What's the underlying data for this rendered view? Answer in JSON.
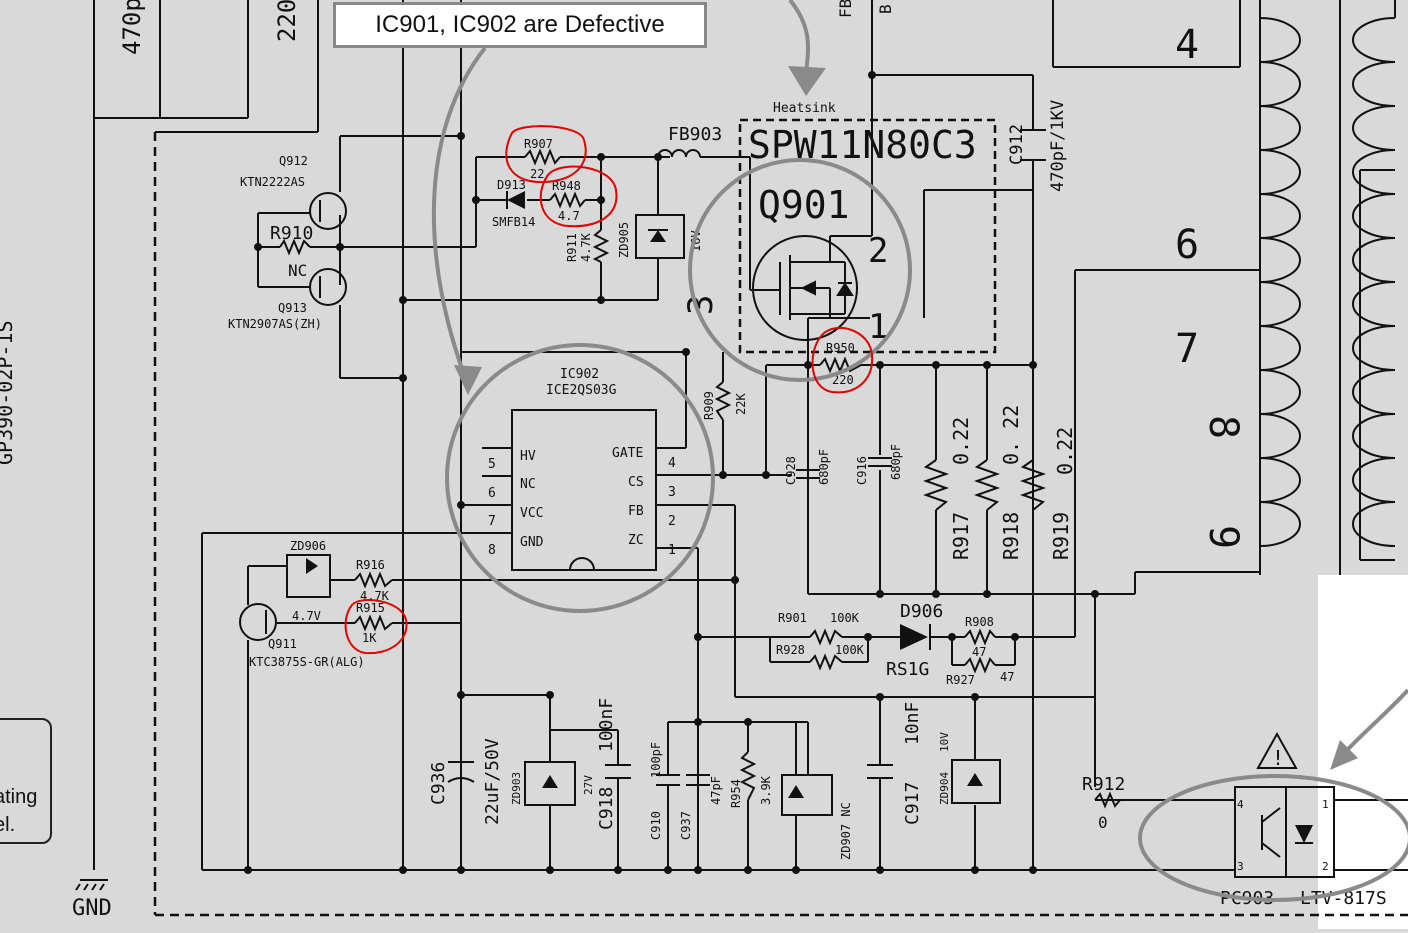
{
  "callout": {
    "text": "IC901, IC902 are Defective"
  },
  "colors": {
    "background": "#d9d9d9",
    "wire": "#111111",
    "annotation": "#e00000",
    "highlight": "#8a8a8a"
  },
  "left_panel": {
    "line1": "ating",
    "line2": "el.",
    "model_vertical": "GP390-02P-1S",
    "gnd_label": "GND"
  },
  "top_fragments": {
    "cap_470": "470p",
    "cap_220": "220",
    "fb_label": "FB",
    "b_label": "B"
  },
  "transformer": {
    "pins": [
      "4",
      "6",
      "7",
      "8",
      "9"
    ]
  },
  "components": {
    "heatsink": "Heatsink",
    "mosfet_part": "SPW11N80C3",
    "mosfet_ref": "Q901",
    "mosfet_pin1": "1",
    "mosfet_pin2": "2",
    "mosfet_pin3": "3",
    "c912_ref": "C912",
    "c912_val": "470pF/1KV",
    "fb903": "FB903",
    "r907_ref": "R907",
    "r907_val": "22",
    "r948_ref": "R948",
    "r948_val": "4.7",
    "d913_ref": "D913",
    "d913_part": "SMFB14",
    "r911_ref": "R911",
    "r911_val": "4.7K",
    "zd905_ref": "ZD905",
    "zd905_val": "16V",
    "q912_ref": "Q912",
    "q912_part": "KTN2222AS",
    "r910_ref": "R910",
    "r910_val": "NC",
    "q913_ref": "Q913",
    "q913_part": "KTN2907AS(ZH)",
    "ic902_ref": "IC902",
    "ic902_part": "ICE2QS03G",
    "ic_pins_left": [
      {
        "num": "5",
        "name": "HV"
      },
      {
        "num": "6",
        "name": "NC"
      },
      {
        "num": "7",
        "name": "VCC"
      },
      {
        "num": "8",
        "name": "GND"
      }
    ],
    "ic_pins_right": [
      {
        "num": "4",
        "name": "GATE"
      },
      {
        "num": "3",
        "name": "CS"
      },
      {
        "num": "2",
        "name": "FB"
      },
      {
        "num": "1",
        "name": "ZC"
      }
    ],
    "r909_ref": "R909",
    "r909_val": "22K",
    "r950_ref": "R950",
    "r950_val": "220",
    "c928_ref": "C928",
    "c928_val": "680pF",
    "c916_ref": "C916",
    "c916_val": "680pF",
    "r917_ref": "R917",
    "r918_ref": "R918",
    "r919_ref": "R919",
    "rsense_val": "0.22",
    "rsense_val_spaced": "0. 22",
    "zd906_ref": "ZD906",
    "zd906_val": "4.7V",
    "r916_ref": "R916",
    "r916_val": "4.7K",
    "r915_ref": "R915",
    "r915_val": "1K",
    "q911_ref": "Q911",
    "q911_part": "KTC3875S-GR(ALG)",
    "r901_ref": "R901",
    "r901_val": "100K",
    "r928_ref": "R928",
    "r928_val": "100K",
    "d906_ref": "D906",
    "d906_part": "RS1G",
    "r908_ref": "R908",
    "r908_val": "47",
    "r927_ref": "R927",
    "r927_val": "47",
    "c936_ref": "C936",
    "c936_val": "22uF/50V",
    "zd903_ref": "ZD903",
    "zd903_val": "27V",
    "c918_ref": "C918",
    "c918_val": "100nF",
    "c910_ref": "C910",
    "c910_val": "100pF",
    "c937_ref": "C937",
    "c937_val": "47pF",
    "r954_ref": "R954",
    "r954_val": "3.9K",
    "zd907_ref": "ZD907 NC",
    "c917_ref": "C917",
    "c917_val": "10nF",
    "zd904_ref": "ZD904",
    "zd904_val": "10V",
    "r912_ref": "R912",
    "r912_val": "0",
    "pc903_ref": "PC903",
    "pc903_part": "LTV-817S",
    "pc_pins": [
      "4",
      "3",
      "1",
      "2"
    ],
    "warning_symbol": "!"
  }
}
